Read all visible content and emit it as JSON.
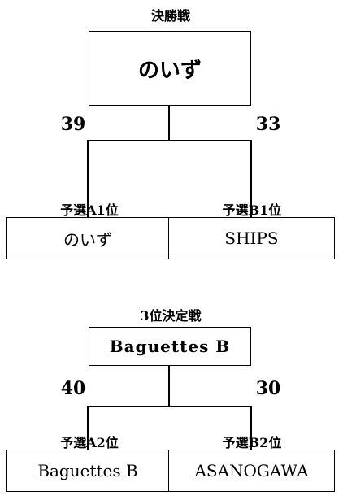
{
  "final": {
    "title": "決勝戦",
    "winner": "のいず",
    "score_left": "39",
    "score_right": "33",
    "left_seed": "予選A1位",
    "right_seed": "予選B1位",
    "left_team": "のいず",
    "right_team": "SHIPS"
  },
  "third": {
    "title": "3位決定戦",
    "winner": "Baguettes B",
    "score_left": "40",
    "score_right": "30",
    "left_seed": "予選A2位",
    "right_seed": "予選B2位",
    "left_team": "Baguettes B",
    "right_team": "ASANOGAWA"
  }
}
